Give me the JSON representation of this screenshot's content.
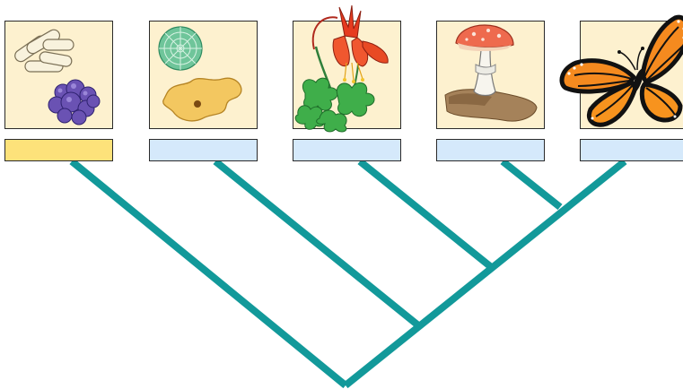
{
  "taxa": [
    {
      "id": "bacteria",
      "icon": "bacteria-icon",
      "label": "",
      "label_color": "#fde27a"
    },
    {
      "id": "protists",
      "icon": "protist-icon",
      "label": "",
      "label_color": "#d5e9fb"
    },
    {
      "id": "plants",
      "icon": "columbine-flower-icon",
      "label": "",
      "label_color": "#d5e9fb"
    },
    {
      "id": "fungi",
      "icon": "mushroom-icon",
      "label": "",
      "label_color": "#d5e9fb"
    },
    {
      "id": "animals",
      "icon": "monarch-butterfly-icon",
      "label": "",
      "label_color": "#d5e9fb"
    }
  ],
  "colors": {
    "branch": "#12999a",
    "panel_background": "#fdf1cf",
    "prokaryote_label": "#fde27a",
    "eukaryote_label": "#d5e9fb"
  }
}
